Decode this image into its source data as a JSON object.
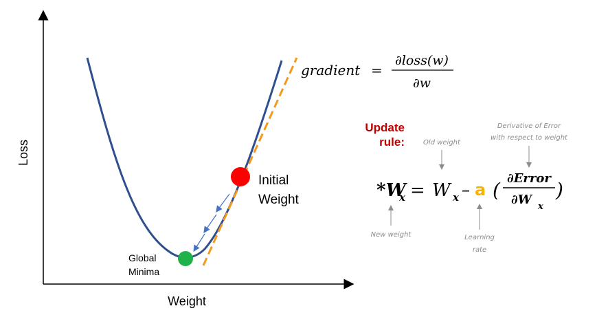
{
  "axes": {
    "x_label": "Weight",
    "y_label": "Loss"
  },
  "points": {
    "initial": {
      "label_line1": "Initial",
      "label_line2": "Weight",
      "color": "#ff0000"
    },
    "minimum": {
      "label_line1": "Global",
      "label_line2": "Minima",
      "color": "#1fb24a"
    }
  },
  "colors": {
    "curve": "#2f4f8f",
    "tangent": "#f39a1e",
    "steps": "#4472c4",
    "update_rule": "#c00000",
    "learning_rate": "#f5b400",
    "annotation": "#8c8c8c"
  },
  "gradient_formula": {
    "lhs": "gradient",
    "equals": "=",
    "numerator": "∂loss(w)",
    "denominator": "∂w"
  },
  "update_rule": {
    "title_line1": "Update",
    "title_line2": "rule:",
    "new_weight_symbol": "*W",
    "subscript": "x",
    "equals": "=",
    "old_weight_symbol": "W",
    "minus": "–",
    "learning_rate_symbol": "a",
    "open_paren": "(",
    "close_paren": ")",
    "numerator": "∂Error",
    "denominator": "∂W",
    "denominator_subscript": "x"
  },
  "annotations": {
    "old_weight": "Old weight",
    "derivative_line1": "Derivative of Error",
    "derivative_line2": "with respect to weight",
    "new_weight": "New weight",
    "learning_rate_line1": "Learning",
    "learning_rate_line2": "rate"
  }
}
